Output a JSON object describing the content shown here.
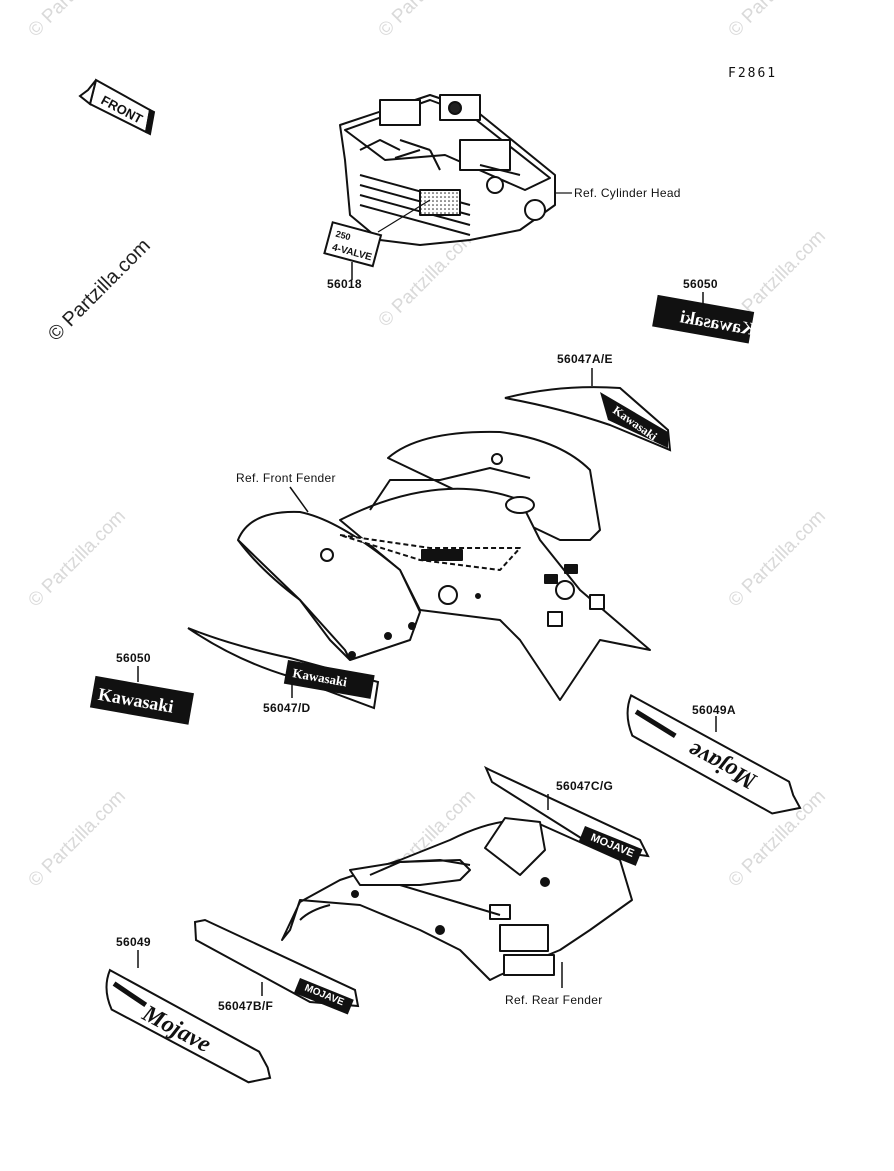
{
  "diagram_code": "F2861",
  "watermark": "© Partzilla.com",
  "front_arrow": "FRONT",
  "refs": {
    "cylinder_head": "Ref. Cylinder Head",
    "front_fender": "Ref. Front Fender",
    "rear_fender": "Ref. Rear Fender"
  },
  "parts": [
    {
      "id": "56018"
    },
    {
      "id": "56050"
    },
    {
      "id": "56047A/E"
    },
    {
      "id": "56050"
    },
    {
      "id": "56047/D"
    },
    {
      "id": "56049A"
    },
    {
      "id": "56047C/G"
    },
    {
      "id": "56049"
    },
    {
      "id": "56047B/F"
    }
  ],
  "decals": {
    "kawasaki": "Kawasaki",
    "mojave": "Mojave",
    "mojave_caps": "MOJAVE",
    "valve_line1": "250",
    "valve_line2": "4-VALVE"
  }
}
